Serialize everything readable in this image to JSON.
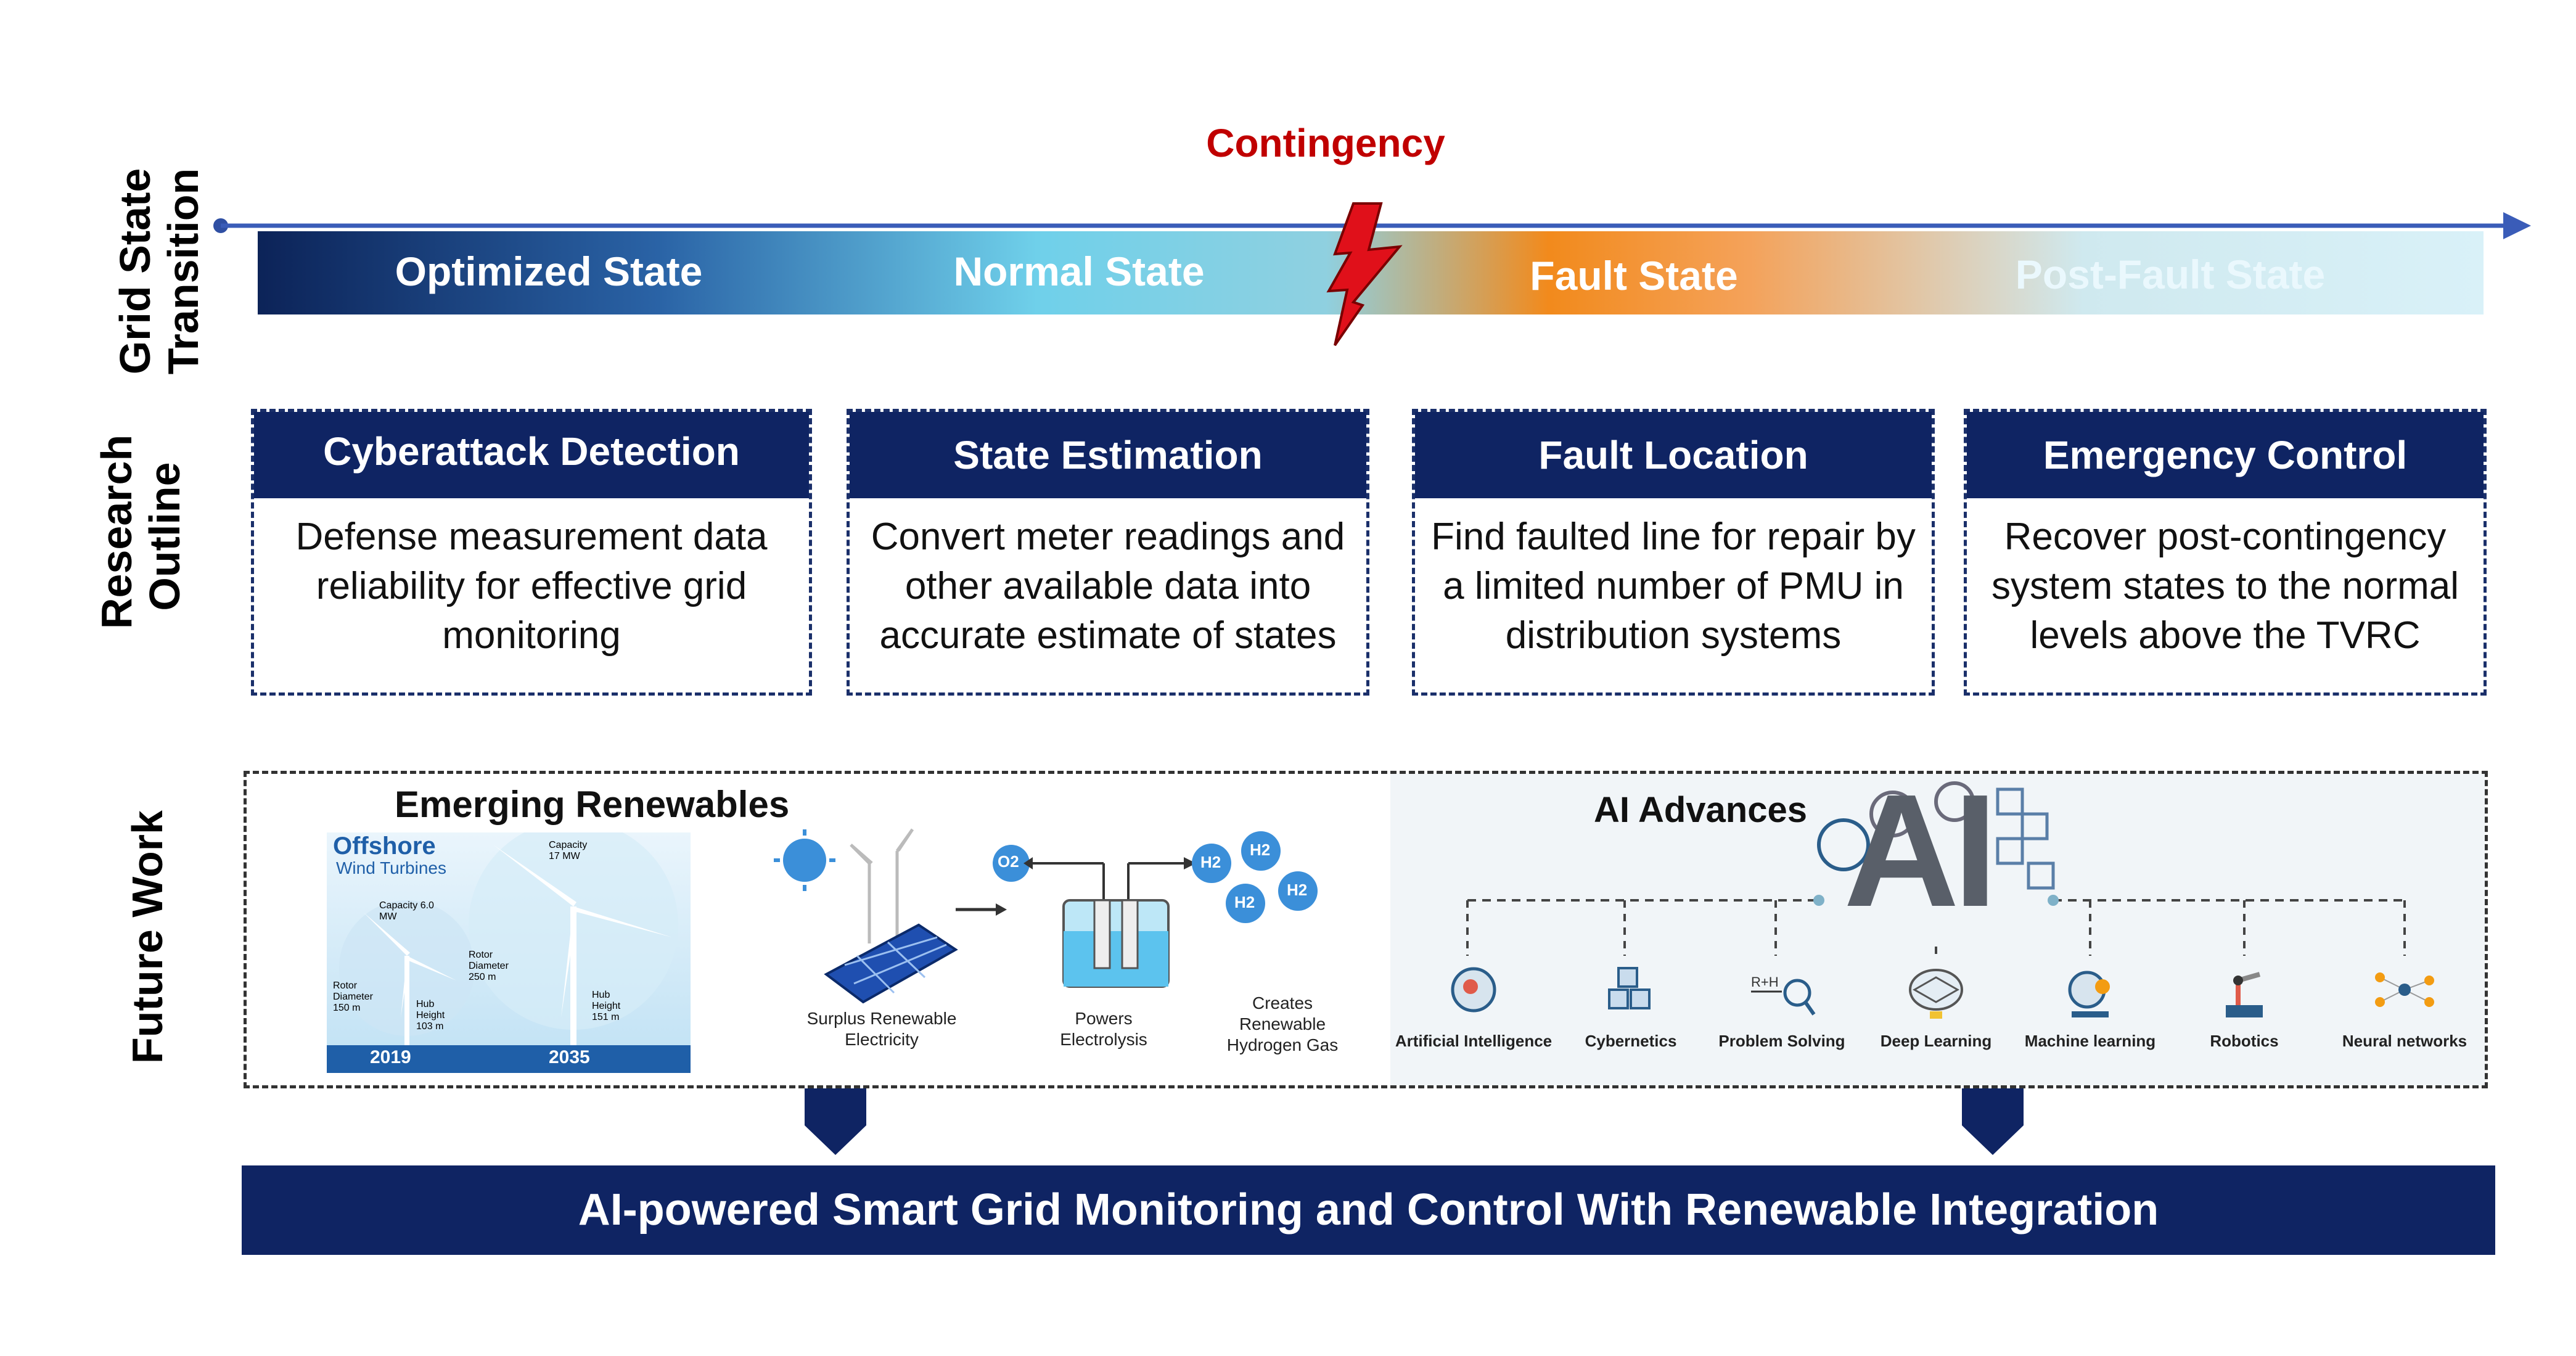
{
  "side_labels": {
    "grid_state": "Grid State Transition",
    "grid_state_line1": "Grid State",
    "grid_state_line2": "Transition",
    "research_line1": "Research",
    "research_line2": "Outline",
    "future": "Future Work"
  },
  "timeline": {
    "contingency": "Contingency",
    "states": [
      "Optimized State",
      "Normal State",
      "Fault State",
      "Post-Fault State"
    ]
  },
  "cards": [
    {
      "title": "Cyberattack Detection",
      "body": "Defense measurement data reliability for effective grid monitoring"
    },
    {
      "title": "State Estimation",
      "body": "Convert meter readings and other available data into accurate estimate of states"
    },
    {
      "title": "Fault Location",
      "body": "Find faulted line for repair by a limited number of PMU in distribution systems"
    },
    {
      "title": "Emergency Control",
      "body": "Recover post-contingency system states to the normal levels above the TVRC"
    }
  ],
  "renewables": {
    "title": "Emerging Renewables",
    "offshore_title": "Offshore",
    "offshore_subtitle": "Wind Turbines",
    "years": [
      "2019",
      "2035"
    ],
    "cap_small": "Capacity 6.0 MW",
    "cap_large": "Capacity 17 MW",
    "rotor_small": "Rotor Diameter 150 m",
    "rotor_large": "Rotor Diameter 250 m",
    "hub_small": "Hub Height 103 m",
    "hub_large": "Hub Height 151 m",
    "step1": "Surplus Renewable Electricity",
    "step2": "Powers Electrolysis",
    "step3": "Creates Renewable Hydrogen Gas",
    "o2": "O2",
    "h2": "H2"
  },
  "ai": {
    "title": "AI Advances",
    "big": "AI",
    "items": [
      "Artificial Intelligence",
      "Cybernetics",
      "Problem Solving",
      "Deep Learning",
      "Machine learning",
      "Robotics",
      "Neural networks"
    ]
  },
  "footer": "AI-powered Smart Grid Monitoring and Control With Renewable Integration",
  "colors": {
    "navy": "#0f2463",
    "contingency": "#c00000",
    "orange": "#f28a1c",
    "light_blue": "#6fd0ea"
  }
}
